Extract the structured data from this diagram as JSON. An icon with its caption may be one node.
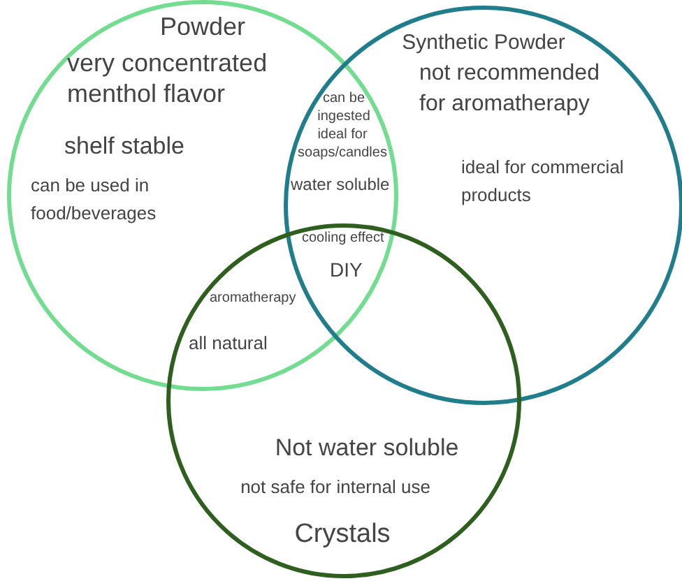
{
  "diagram": {
    "nodes": [
      {
        "text": [
          "Powder",
          "very concentrated menthol flavor",
          "shelf stable",
          "can be used in food/beverages"
        ]
      },
      {
        "text": [
          "Synthetic Powder",
          "not recommended for aromatherapy",
          "ideal for commercial products"
        ]
      },
      {
        "text": [
          "Not water soluble",
          "not safe for internal use",
          "Crystals"
        ]
      }
    ],
    "labels": [
      "can be ingested",
      "ideal for soaps/candles",
      "water soluble",
      "cooling effect",
      "DIY",
      "aromatherapy",
      "all natural"
    ]
  }
}
